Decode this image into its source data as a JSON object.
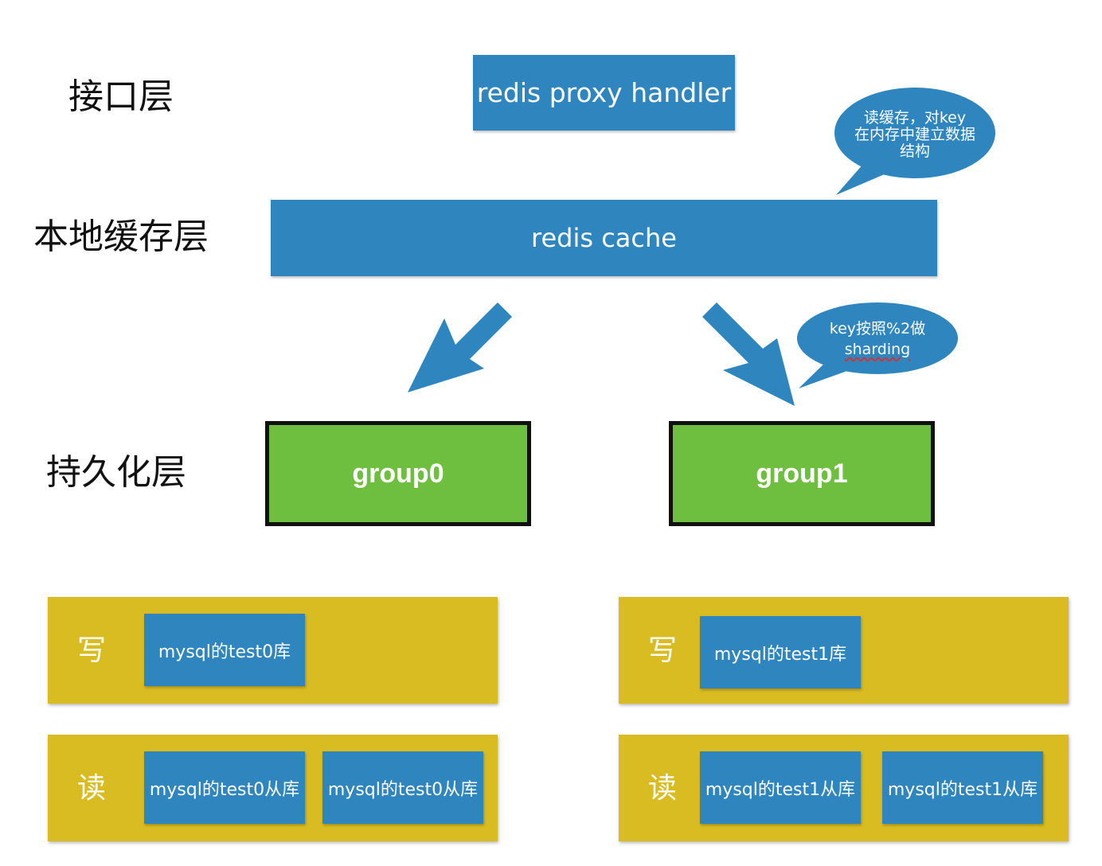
{
  "layers": {
    "interface": "接口层",
    "local_cache": "本地缓存层",
    "persistence": "持久化层"
  },
  "proxy": {
    "label": "redis proxy handler"
  },
  "cache": {
    "label": "redis cache"
  },
  "bubbles": {
    "cache_note": [
      "读缓存，对key",
      "在内存中建立数据",
      "结构"
    ],
    "shard_note": [
      "key按照%2做",
      "sharding"
    ]
  },
  "groups": [
    {
      "label": "group0"
    },
    {
      "label": "group1"
    }
  ],
  "write_label": "写",
  "read_label": "读",
  "group0": {
    "write_db": "mysql的test0库",
    "read_dbs": [
      "mysql的test0从库",
      "mysql的test0从库"
    ]
  },
  "group1": {
    "write_db": "mysql的test1库",
    "read_dbs": [
      "mysql的test1从库",
      "mysql的test1从库"
    ]
  },
  "colors": {
    "blue": "#2f86bf",
    "green": "#6ebf3f",
    "yellow": "#d9bb22"
  }
}
